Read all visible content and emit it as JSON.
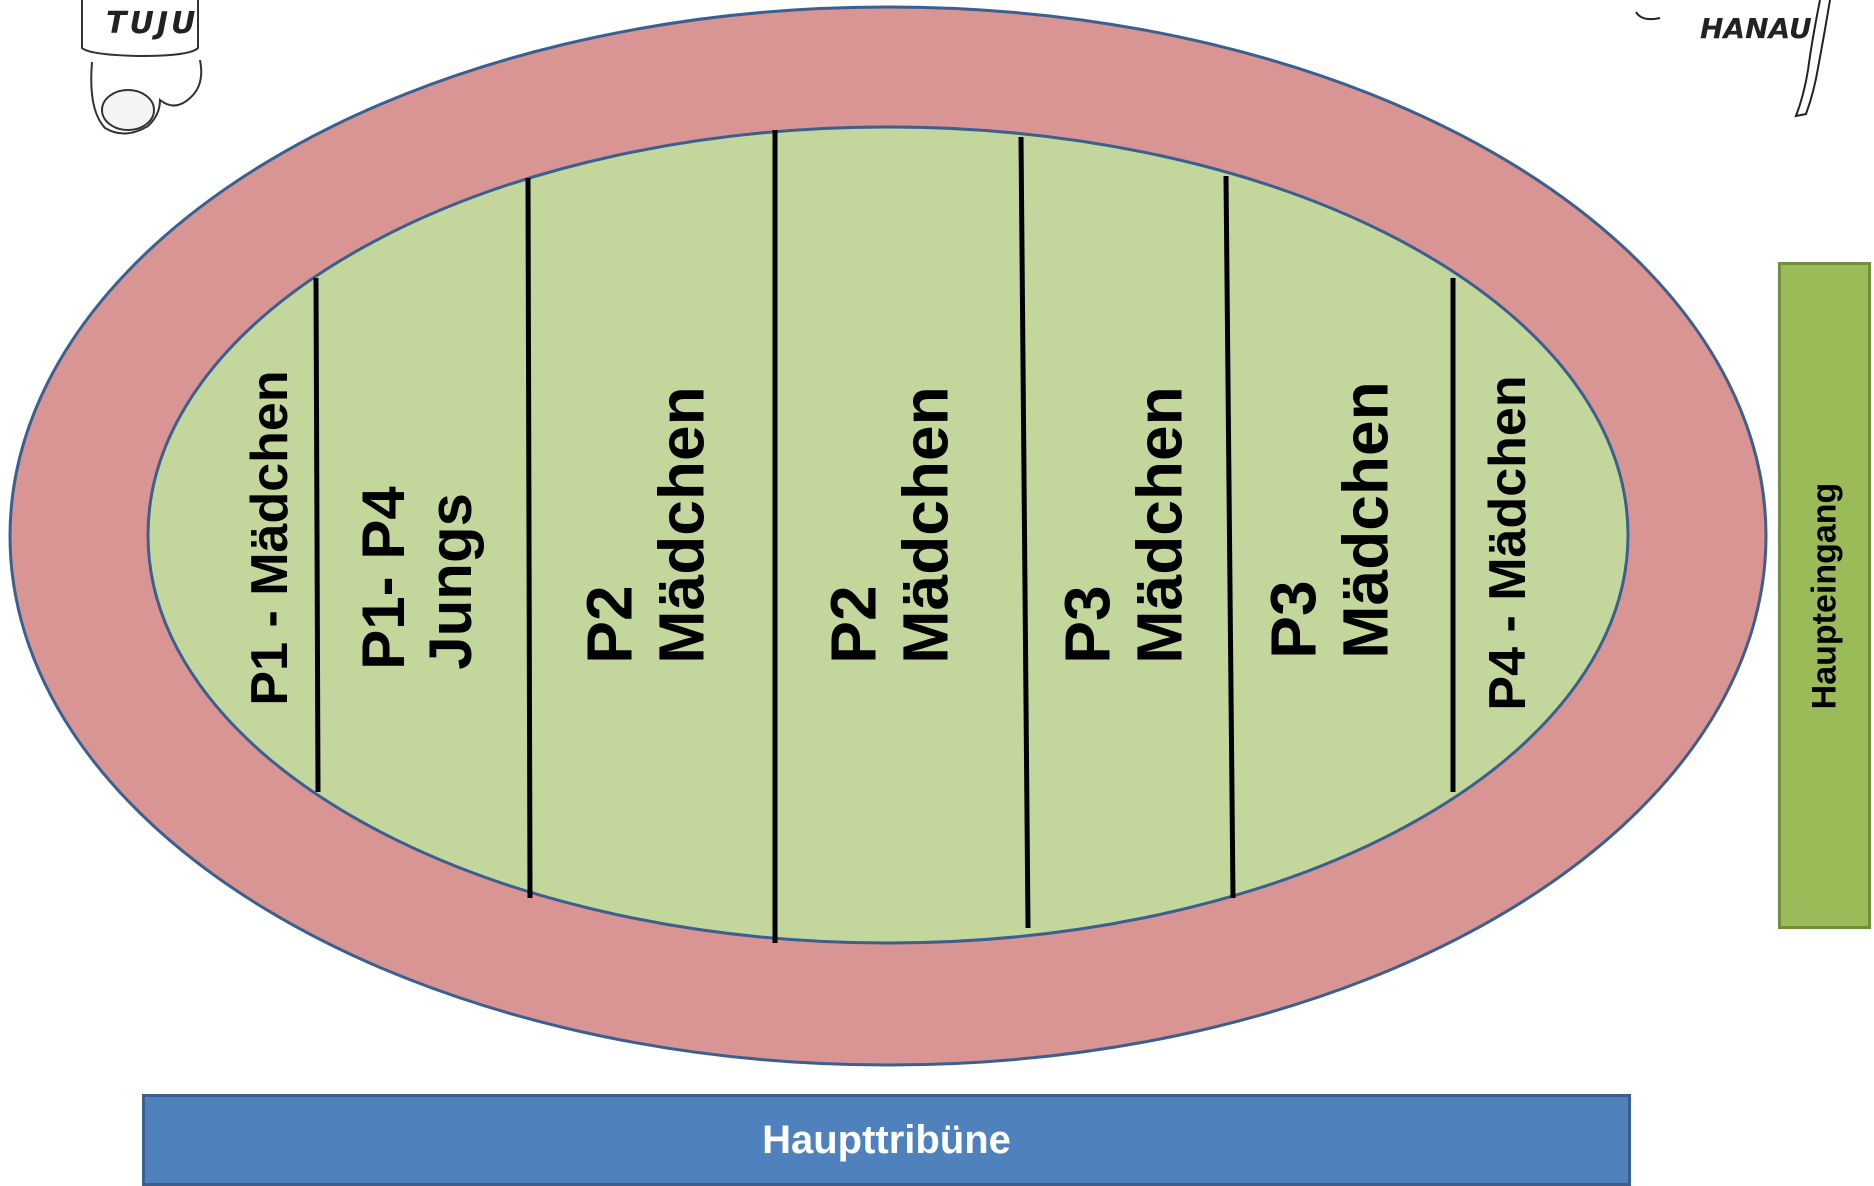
{
  "colors": {
    "track": "#d99594",
    "track_border": "#3b5f8e",
    "field": "#c3d69b",
    "field_border": "#3b5f8e",
    "divider": "#000000",
    "tribune": "#4f81bd",
    "entrance": "#9bbb59"
  },
  "zones": [
    {
      "id": "p1-maedchen",
      "lines": [
        "P1 - Mädchen"
      ]
    },
    {
      "id": "p1-p4-jungs",
      "lines": [
        "P1- P4",
        "Jungs"
      ]
    },
    {
      "id": "p2-maedchen-a",
      "lines": [
        "P2",
        "Mädchen"
      ]
    },
    {
      "id": "p2-maedchen-b",
      "lines": [
        "P2",
        "Mädchen"
      ]
    },
    {
      "id": "p3-maedchen-a",
      "lines": [
        "P3",
        "Mädchen"
      ]
    },
    {
      "id": "p3-maedchen-b",
      "lines": [
        "P3",
        "Mädchen"
      ]
    },
    {
      "id": "p4-maedchen",
      "lines": [
        "P4 - Mädchen"
      ]
    }
  ],
  "tribune": {
    "label": "Haupttribüne"
  },
  "entrance": {
    "label": "Haupteingang"
  },
  "logos": {
    "left": {
      "text": "TUJU"
    },
    "right": {
      "text": "HANAU"
    }
  }
}
